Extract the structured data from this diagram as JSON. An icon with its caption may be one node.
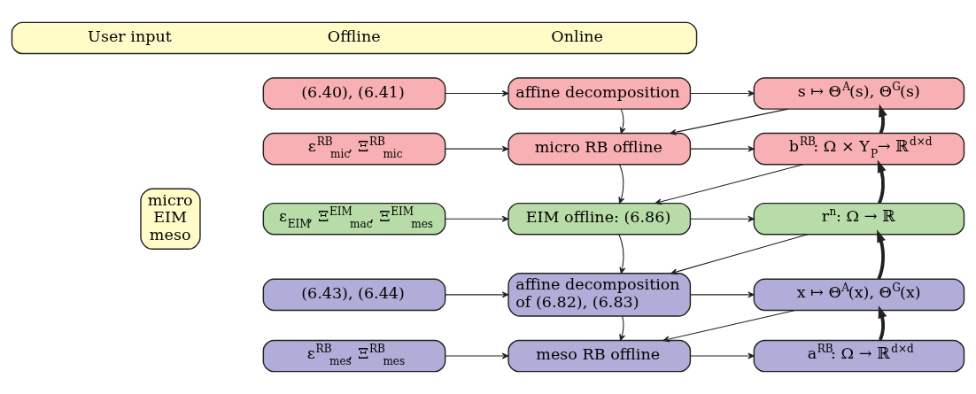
{
  "diagram": {
    "nodes": [
      {
        "text": [
          "User input",
          "Offline",
          "Online"
        ]
      },
      {
        "text": [
          "micro",
          "EIM",
          "meso"
        ]
      },
      {
        "text": [
          "(6.40), (6.41)"
        ]
      },
      {
        "text": [
          "affine decomposition"
        ]
      },
      {
        "text": [
          "s ↦ Θ$^{A}$(s), Θ$^{G}$(s)"
        ]
      },
      {
        "text": [
          "ε$^{RB}$$_{mic}$, Ξ$^{RB}$$_{mic}$"
        ]
      },
      {
        "text": [
          "micro RB offline"
        ]
      },
      {
        "text": [
          "b$^{RB}$: Ω × Y$_{P}$→ ℝ$^{d×d}$"
        ]
      },
      {
        "text": [
          "ε$_{EIM}$, Ξ$^{EIM}$$_{mac}$, Ξ$^{EIM}$$_{mes}$"
        ]
      },
      {
        "text": [
          "EIM offline: (6.86)"
        ]
      },
      {
        "text": [
          "r$^{n}$: Ω → ℝ"
        ]
      },
      {
        "text": [
          "(6.43), (6.44)"
        ]
      },
      {
        "text": [
          "affine decomposition of (6.82), (6.83)"
        ]
      },
      {
        "text": [
          "x ↦ Θ$^{A}$(x), Θ$^{G}$(x)"
        ]
      },
      {
        "text": [
          "ε$^{RB}$$_{mes}$, Ξ$^{RB}$$_{mes}$"
        ]
      },
      {
        "text": [
          "meso RB offline"
        ]
      },
      {
        "text": [
          "a$^{RB}$: Ω → ℝ$^{d×d}$"
        ]
      }
    ],
    "edges": [
      {
        "from": 2,
        "to": 3,
        "arrow": "to"
      },
      {
        "from": 3,
        "to": 4,
        "arrow": "to"
      },
      {
        "from": 5,
        "to": 6,
        "arrow": "to"
      },
      {
        "from": 6,
        "to": 7,
        "arrow": "to"
      },
      {
        "from": 8,
        "to": 9,
        "arrow": "to"
      },
      {
        "from": 9,
        "to": 10,
        "arrow": "to"
      },
      {
        "from": 11,
        "to": 12,
        "arrow": "to"
      },
      {
        "from": 12,
        "to": 13,
        "arrow": "to"
      },
      {
        "from": 14,
        "to": 15,
        "arrow": "to"
      },
      {
        "from": 15,
        "to": 16,
        "arrow": "to"
      },
      {
        "from": 3,
        "to": 6,
        "arrow": "to"
      },
      {
        "from": 6,
        "to": 9,
        "arrow": "to"
      },
      {
        "from": 9,
        "to": 12,
        "arrow": "to"
      },
      {
        "from": 12,
        "to": 15,
        "arrow": "to"
      },
      {
        "from": 4,
        "to": 6,
        "arrow": "to"
      },
      {
        "from": 7,
        "to": 9,
        "arrow": "to"
      },
      {
        "from": 10,
        "to": 12,
        "arrow": "to"
      },
      {
        "from": 13,
        "to": 15,
        "arrow": "to"
      },
      {
        "from": 7,
        "to": 4,
        "arrow": "to",
        "style": "thick"
      },
      {
        "from": 10,
        "to": 7,
        "arrow": "to",
        "style": "thick"
      },
      {
        "from": 13,
        "to": 10,
        "arrow": "to",
        "style": "thick"
      },
      {
        "from": 16,
        "to": 13,
        "arrow": "to",
        "style": "thick"
      }
    ]
  }
}
